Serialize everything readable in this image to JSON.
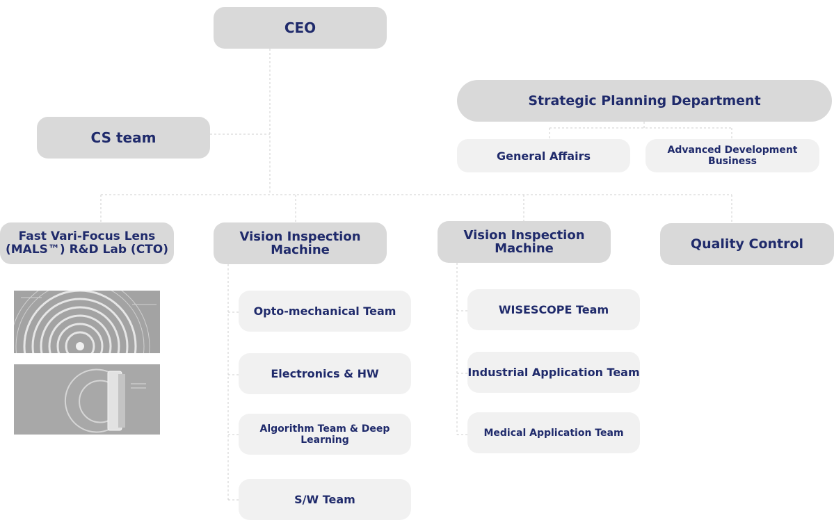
{
  "org": {
    "ceo": "CEO",
    "cs_team": "CS team",
    "strategic": {
      "title": "Strategic Planning Department",
      "children": [
        "General Affairs",
        "Advanced Development Business"
      ]
    },
    "divisions": [
      {
        "title": "Fast Vari-Focus Lens\n(MALS™) R&D Lab (CTO)",
        "children": []
      },
      {
        "title": "Vision Inspection\nMachine",
        "children": [
          "Opto-mechanical Team",
          "Electronics & HW",
          "Algorithm Team & Deep Learning",
          "S/W Team"
        ]
      },
      {
        "title": "Vision Inspection\nMachine",
        "children": [
          "WISESCOPE Team",
          "Industrial Application Team",
          "Medical Application Team"
        ]
      },
      {
        "title": "Quality Control",
        "children": []
      }
    ]
  },
  "colors": {
    "text": "#1f2a6b",
    "box_dark": "#d9d9d9",
    "box_light": "#f1f1f1",
    "connector": "#cfcfcf"
  }
}
